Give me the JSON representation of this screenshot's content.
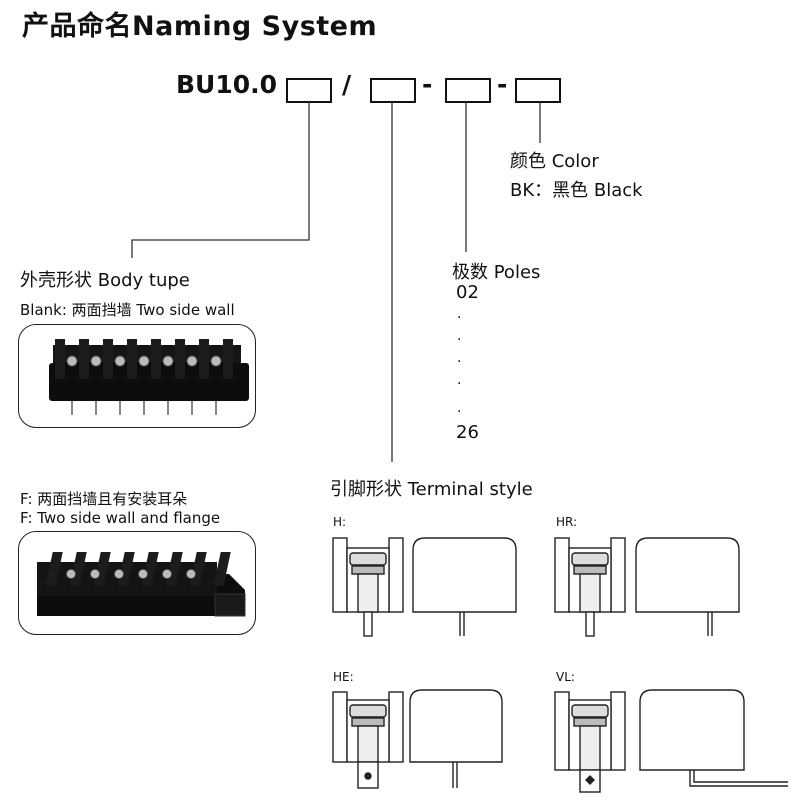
{
  "page": {
    "title": "产品命名Naming System",
    "code_prefix": "BU10.0",
    "sep_slash": "/",
    "sep_dash1": "-",
    "sep_dash2": "-"
  },
  "color": {
    "heading": "颜色 Color",
    "value": "BK：黑色 Black"
  },
  "body": {
    "heading": "外壳形状 Body tupe",
    "blank_label": "Blank: 两面挡墙 Two side wall",
    "f_label_cn": "F: 两面挡墙且有安装耳朵",
    "f_label_en": "F:  Two side wall and flange"
  },
  "poles": {
    "heading": "极数 Poles",
    "first": "02",
    "dots": [
      ".",
      ".",
      ".",
      ".",
      "."
    ],
    "last": "26"
  },
  "terminal": {
    "heading": "引脚形状 Terminal style",
    "styles": [
      {
        "label": "H:"
      },
      {
        "label": "HR:"
      },
      {
        "label": "HE:"
      },
      {
        "label": "VL:"
      }
    ]
  }
}
